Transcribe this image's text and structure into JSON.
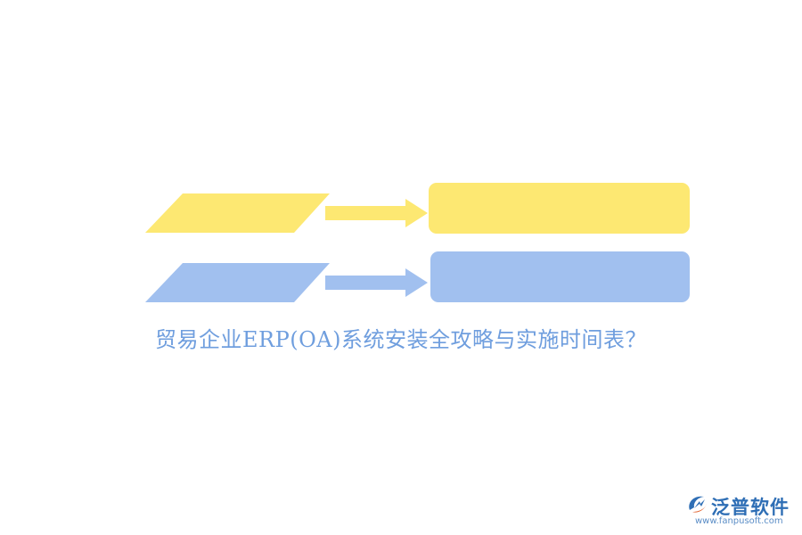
{
  "title": "贸易企业ERP(OA)系统安装全攻略与实施时间表？",
  "colors": {
    "yellow": "#fde872",
    "blue": "#a1c0ef",
    "title": "#6f9ede",
    "logo": "#2e6eb5",
    "logo_accent": "#e2622e"
  },
  "rows": [
    {
      "label": "",
      "target": "",
      "color": "yellow"
    },
    {
      "label": "",
      "target": "",
      "color": "blue"
    }
  ],
  "logo": {
    "brand": "泛普软件",
    "url": "www.fanpusoft.com",
    "icon": "fanpu-logo-icon"
  }
}
